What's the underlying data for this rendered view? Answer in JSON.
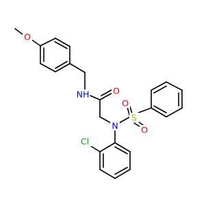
{
  "molecule": {
    "atoms": [
      {
        "id": "O_me",
        "symbol": "O",
        "color": "#ff0000"
      },
      {
        "id": "N_amide",
        "symbol": "NH",
        "color": "#0000ff"
      },
      {
        "id": "O_carbonyl",
        "symbol": "O",
        "color": "#ff0000"
      },
      {
        "id": "N_sulfonamide",
        "symbol": "N",
        "color": "#0000ff"
      },
      {
        "id": "S",
        "symbol": "S",
        "color": "#b8b800"
      },
      {
        "id": "O_s1",
        "symbol": "O",
        "color": "#ff0000"
      },
      {
        "id": "O_s2",
        "symbol": "O",
        "color": "#ff0000"
      },
      {
        "id": "Cl",
        "symbol": "Cl",
        "color": "#00aa00"
      }
    ],
    "bond_color": "#000000",
    "background": "#ffffff"
  }
}
